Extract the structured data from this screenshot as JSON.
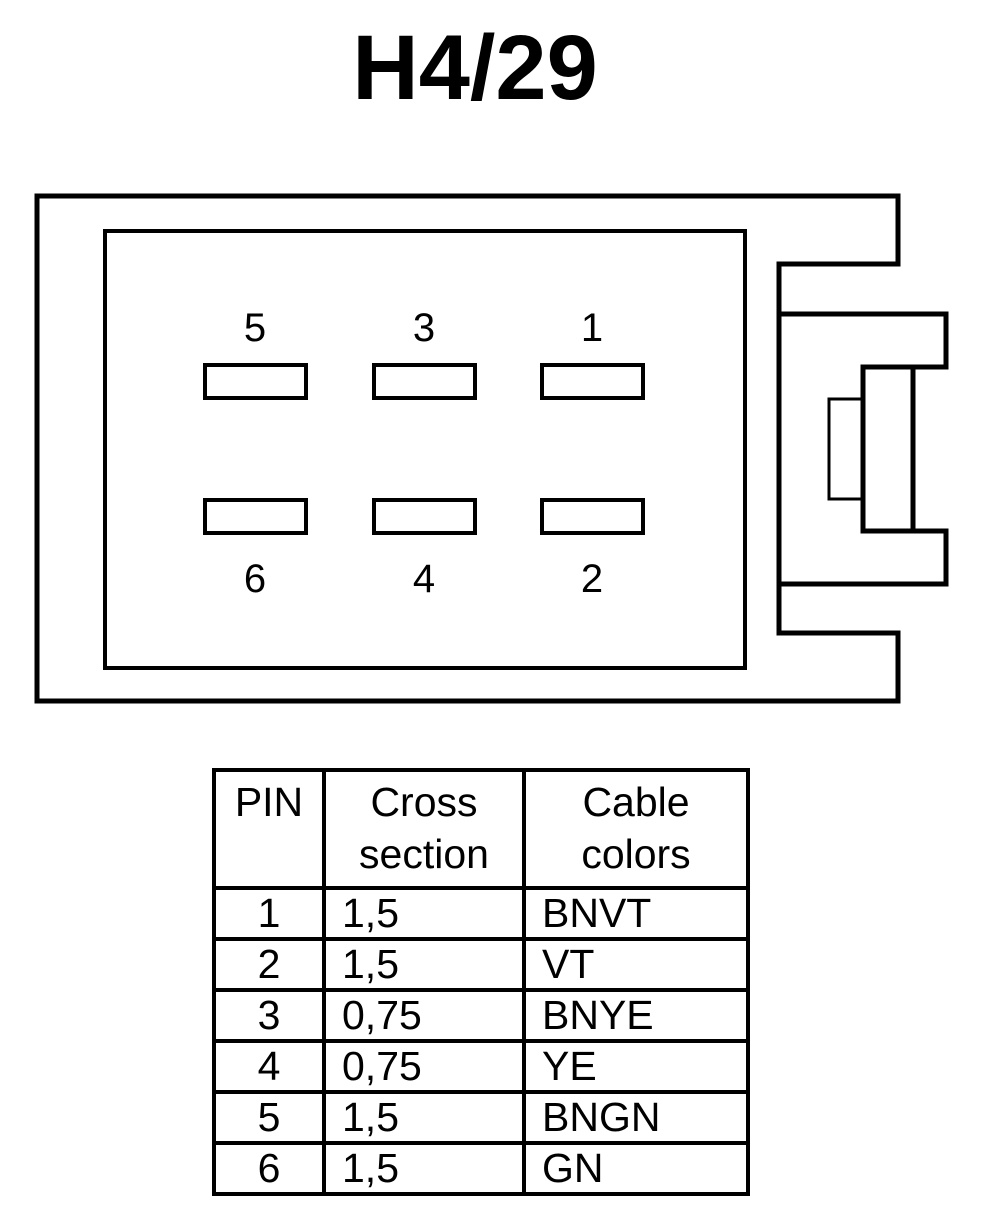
{
  "title": "H4/29",
  "connector": {
    "pins_top": [
      "5",
      "3",
      "1"
    ],
    "pins_bottom": [
      "6",
      "4",
      "2"
    ]
  },
  "table": {
    "headers": {
      "pin": "PIN",
      "cross_line1": "Cross",
      "cross_line2": "section",
      "color_line1": "Cable",
      "color_line2": "colors"
    },
    "rows": [
      {
        "pin": "1",
        "cross": "1,5",
        "color": "BNVT"
      },
      {
        "pin": "2",
        "cross": "1,5",
        "color": "VT"
      },
      {
        "pin": "3",
        "cross": "0,75",
        "color": "BNYE"
      },
      {
        "pin": "4",
        "cross": "0,75",
        "color": "YE"
      },
      {
        "pin": "5",
        "cross": "1,5",
        "color": "BNGN"
      },
      {
        "pin": "6",
        "cross": "1,5",
        "color": "GN"
      }
    ]
  }
}
